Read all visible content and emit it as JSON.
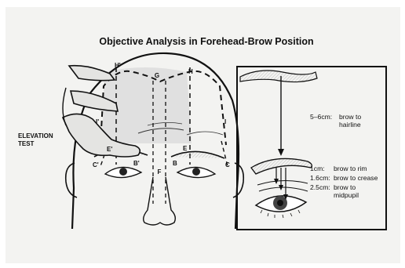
{
  "title": "Objective Analysis in Forehead-Brow Position",
  "elevation_test": [
    "ELEVATION",
    "TEST"
  ],
  "face_labels": {
    "G": "G",
    "F": "F",
    "H_left": "H'",
    "H_right": "H",
    "I_left": "I'",
    "I_right": "I",
    "E_left": "E'",
    "E_right": "E",
    "B_left": "B'",
    "B_right": "B",
    "C_left": "C'",
    "C_right": "C"
  },
  "measurements": [
    {
      "value": "5–6cm:",
      "desc": [
        "brow to",
        "hairline"
      ]
    },
    {
      "value": "1cm:",
      "desc": [
        "brow to rim"
      ]
    },
    {
      "value": "1.6cm:",
      "desc": [
        "brow to crease"
      ]
    },
    {
      "value": "2.5cm:",
      "desc": [
        "brow to",
        "midpupil"
      ]
    }
  ],
  "colors": {
    "background": "#ffffff",
    "card": "#f3f3f1",
    "ink": "#111111",
    "shade": "#d9d9d9"
  }
}
